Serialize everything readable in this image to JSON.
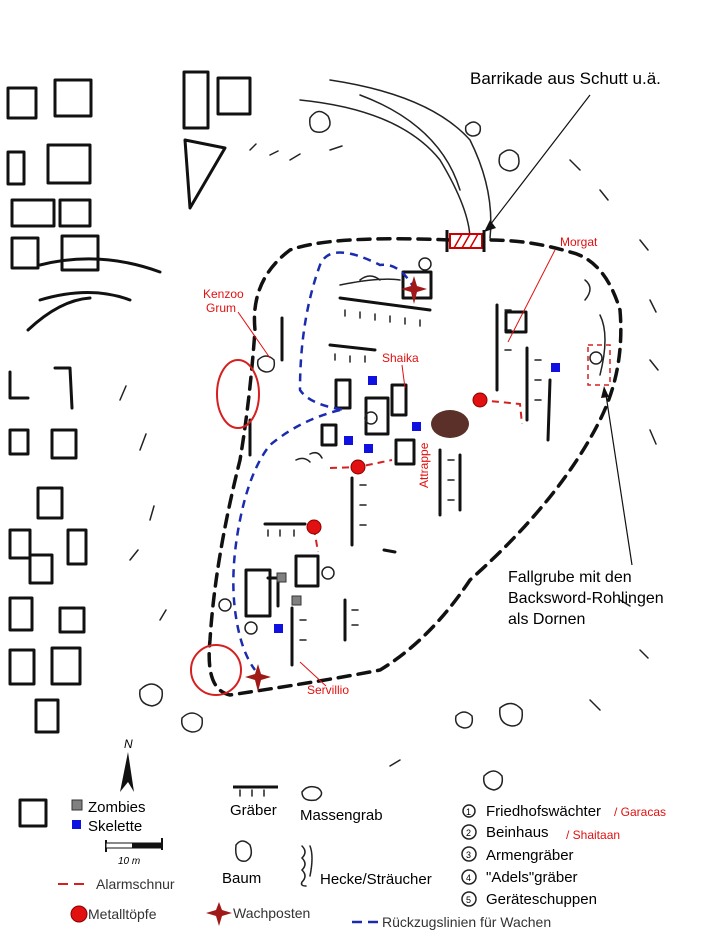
{
  "map": {
    "annotations": {
      "barricade": "Barrikade aus Schutt u.ä.",
      "morgat": "Morgat",
      "kenzoo_1": "Kenzoo",
      "kenzoo_2": "Grum",
      "shaika": "Shaika",
      "decoy": "Attrappe",
      "servillio": "Servillio",
      "pit_1": "Fallgrube mit den",
      "pit_2": "Backsword-Rohlingen",
      "pit_3": "als Dornen"
    },
    "north": "N",
    "scale": "10 m",
    "colors": {
      "alarm": "#d62020",
      "retreat": "#1a2bb0",
      "skeleton": "#1010e0",
      "zombie": "#808080",
      "decoy": "#5a3028"
    }
  },
  "legend": {
    "zombies": "Zombies",
    "skeletons": "Skelette",
    "graves": "Gräber",
    "mass_grave": "Massengrab",
    "tree": "Baum",
    "hedge": "Hecke/Sträucher",
    "alarm_line": "Alarmschnur",
    "metal_pots": "Metalltöpfe",
    "guard_post": "Wachposten",
    "retreat_lines": "Rückzugslinien für Wachen",
    "numbered": [
      {
        "num": "1",
        "label": "Friedhofswächter",
        "note": "/ Garacas"
      },
      {
        "num": "2",
        "label": "Beinhaus",
        "note": "/ Shaitaan"
      },
      {
        "num": "3",
        "label": "Armengräber",
        "note": ""
      },
      {
        "num": "4",
        "label": "\"Adels\"gräber",
        "note": ""
      },
      {
        "num": "5",
        "label": "Geräteschuppen",
        "note": ""
      }
    ]
  }
}
